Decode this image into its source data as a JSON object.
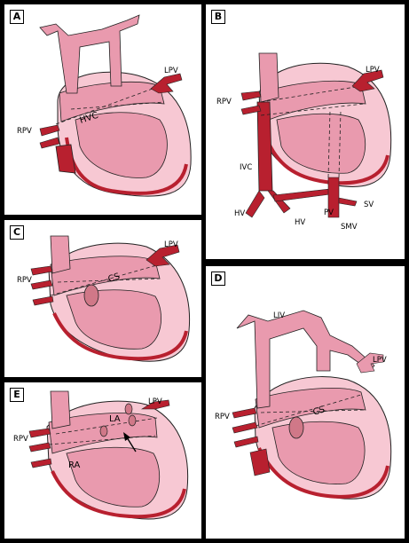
{
  "panels": {
    "A": {
      "letter": "A",
      "labels": {
        "lpv": "LPV",
        "rpv": "RPV",
        "hvc": "HVC"
      }
    },
    "B": {
      "letter": "B",
      "labels": {
        "lpv": "LPV",
        "rpv": "RPV",
        "ivc": "IVC",
        "hv_left": "HV",
        "hv_mid": "HV",
        "pv": "PV",
        "sv": "SV",
        "smv": "SMV"
      }
    },
    "C": {
      "letter": "C",
      "labels": {
        "lpv": "LPV",
        "rpv": "RPV",
        "cs": "CS"
      }
    },
    "D": {
      "letter": "D",
      "labels": {
        "liv": "LIV",
        "lpv": "LPV",
        "rpv": "RPV",
        "cs": "CS"
      }
    },
    "E": {
      "letter": "E",
      "labels": {
        "lpv": "LPV",
        "rpv": "RPV",
        "la": "LA",
        "ra": "RA"
      }
    }
  },
  "colors": {
    "atrium": "#e99aae",
    "ventricle": "#f7c8d3",
    "vessel_dark": "#b8202f",
    "outline": "#222222",
    "background": "#000000",
    "panel": "#ffffff"
  }
}
